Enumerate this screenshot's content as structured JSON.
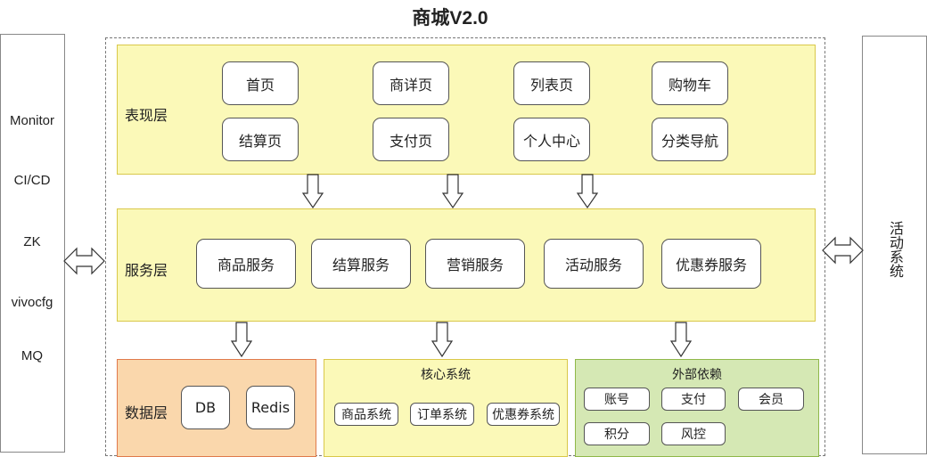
{
  "title": "商城V2.0",
  "left_panel": {
    "items": [
      "Monitor",
      "CI/CD",
      "ZK",
      "vivocfg",
      "MQ"
    ]
  },
  "right_panel": {
    "label": "活动系统"
  },
  "presentation_layer": {
    "label": "表现层",
    "items": [
      "首页",
      "商详页",
      "列表页",
      "购物车",
      "结算页",
      "支付页",
      "个人中心",
      "分类导航"
    ]
  },
  "service_layer": {
    "label": "服务层",
    "items": [
      "商品服务",
      "结算服务",
      "营销服务",
      "活动服务",
      "优惠券服务"
    ]
  },
  "data_layer": {
    "label": "数据层",
    "items": [
      "DB",
      "Redis"
    ]
  },
  "core_system": {
    "title": "核心系统",
    "items": [
      "商品系统",
      "订单系统",
      "优惠券系统"
    ]
  },
  "external_deps": {
    "title": "外部依赖",
    "items": [
      "账号",
      "支付",
      "会员",
      "积分",
      "风控"
    ]
  },
  "colors": {
    "yellow_fill": "#fbf9b8",
    "yellow_border": "#d9c84a",
    "orange_fill": "#fad7ac",
    "orange_border": "#e07a4c",
    "green_fill": "#d5e8b4",
    "green_border": "#8fb84a"
  }
}
